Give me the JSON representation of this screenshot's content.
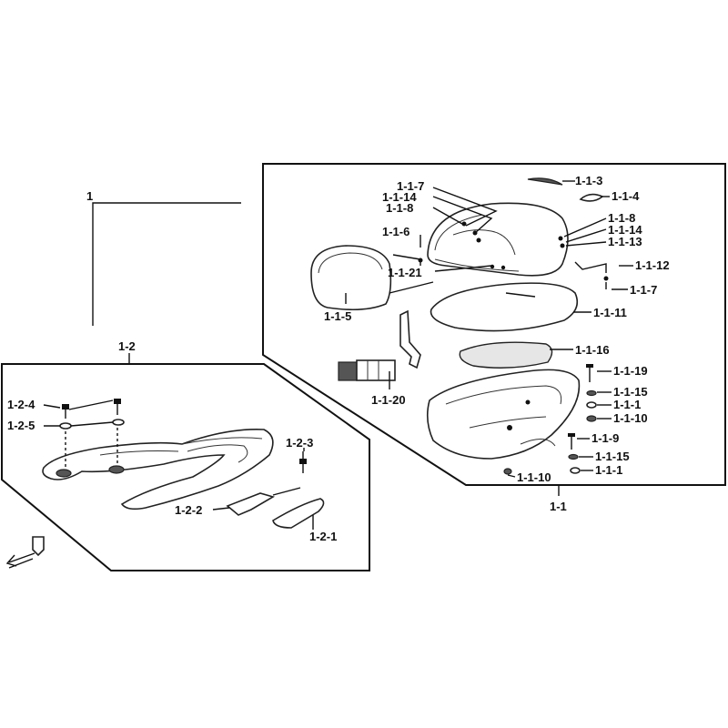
{
  "labels": {
    "main": "1",
    "box": "1-1",
    "rack": "1-2",
    "p113": "1-1-3",
    "p114": "1-1-4",
    "p117a": "1-1-7",
    "p1114a": "1-1-14",
    "p118a": "1-1-8",
    "p118b": "1-1-8",
    "p1114b": "1-1-14",
    "p1113": "1-1-13",
    "p116": "1-1-6",
    "p1121": "1-1-21",
    "p1112": "1-1-12",
    "p117b": "1-1-7",
    "p115": "1-1-5",
    "p1111": "1-1-11",
    "p1116": "1-1-16",
    "p1119": "1-1-19",
    "p1120": "1-1-20",
    "p1115a": "1-1-15",
    "p111a": "1-1-1",
    "p1110a": "1-1-10",
    "p119": "1-1-9",
    "p1115b": "1-1-15",
    "p111b": "1-1-1",
    "p1110b": "1-1-10",
    "p124": "1-2-4",
    "p125": "1-2-5",
    "p123": "1-2-3",
    "p122": "1-2-2",
    "p121": "1-2-1"
  },
  "colors": {
    "ink": "#111111",
    "fill": "#e6e6e6"
  }
}
